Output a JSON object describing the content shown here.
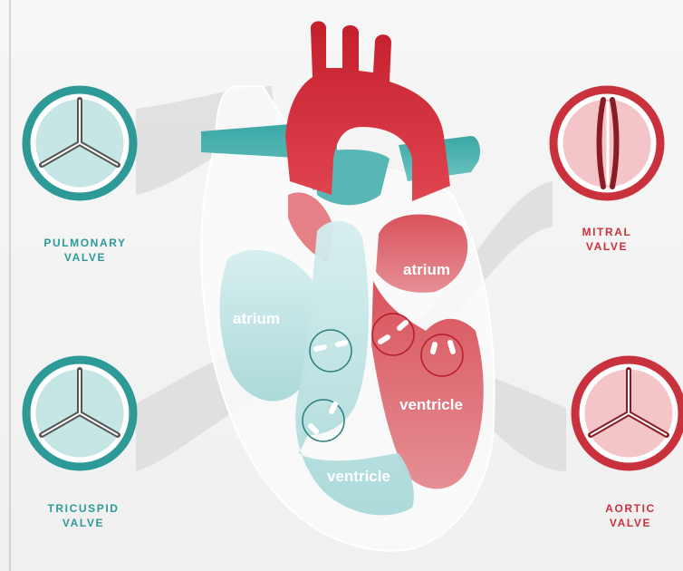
{
  "colors": {
    "teal": "#2d9a98",
    "teal_light": "#bfe3e3",
    "red": "#c9323d",
    "red_light": "#efb4b8",
    "background": "#f3f3f3"
  },
  "valves": {
    "pulmonary": {
      "line1": "PULMONARY",
      "line2": "VALVE",
      "icon": "tricuspid-leaflet-icon"
    },
    "tricuspid": {
      "line1": "TRICUSPID",
      "line2": "VALVE",
      "icon": "tricuspid-leaflet-icon"
    },
    "mitral": {
      "line1": "MITRAL",
      "line2": "VALVE",
      "icon": "bicuspid-leaflet-icon"
    },
    "aortic": {
      "line1": "AORTIC",
      "line2": "VALVE",
      "icon": "tricuspid-leaflet-icon"
    }
  },
  "chambers": {
    "right_atrium": "atrium",
    "right_ventricle": "ventricle",
    "left_atrium": "atrium",
    "left_ventricle": "ventricle"
  }
}
